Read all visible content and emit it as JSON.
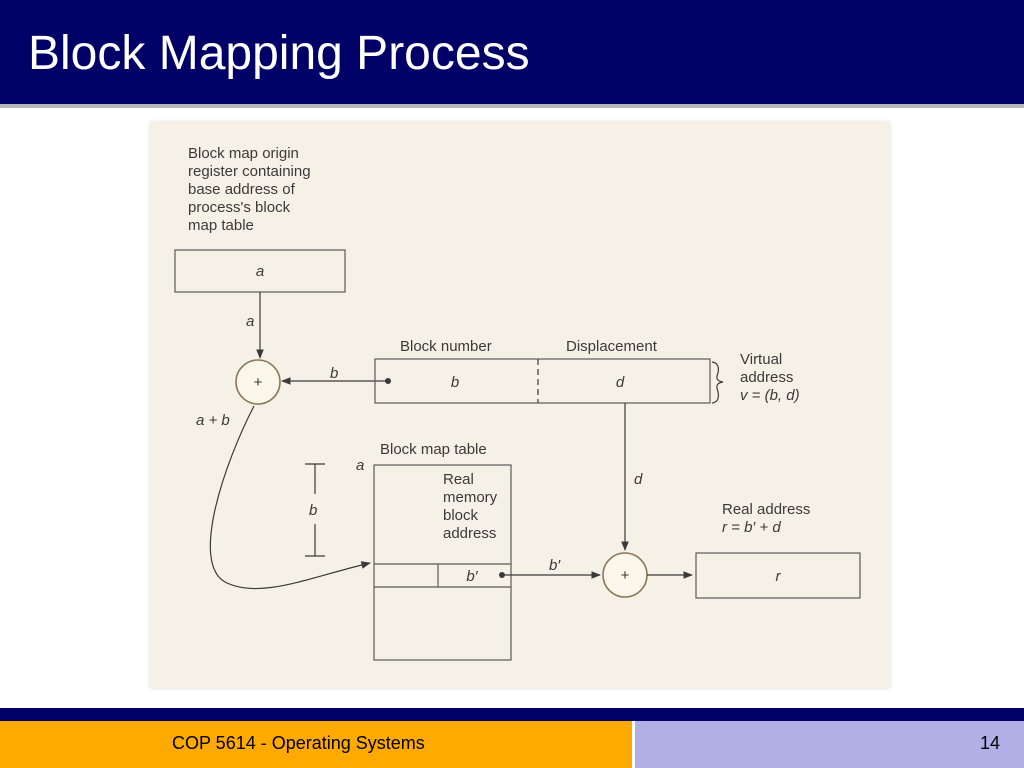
{
  "slide": {
    "title": "Block Mapping Process",
    "footer": "COP 5614 - Operating Systems",
    "page_number": "14"
  },
  "diagram": {
    "origin_register_caption": [
      "Block map origin",
      "register containing",
      "base address of",
      "process's block",
      "map table"
    ],
    "origin_register_value": "a",
    "edge_a": "a",
    "adder1": "+",
    "edge_b": "b",
    "edge_a_plus_b": "a + b",
    "block_number_header": "Block number",
    "displacement_header": "Displacement",
    "virtual_block_value": "b",
    "virtual_disp_value": "d",
    "virtual_address_caption": [
      "Virtual",
      "address",
      "v = (b, d)"
    ],
    "block_map_table_caption": "Block map table",
    "table_origin_marker": "a",
    "offset_b": "b",
    "real_block_caption": [
      "Real",
      "memory",
      "block",
      "address"
    ],
    "entry_value": "b′",
    "edge_d": "d",
    "edge_b_prime": "b′",
    "adder2": "+",
    "real_address_caption": [
      "Real address",
      "r = b′ + d"
    ],
    "real_address_value": "r"
  }
}
